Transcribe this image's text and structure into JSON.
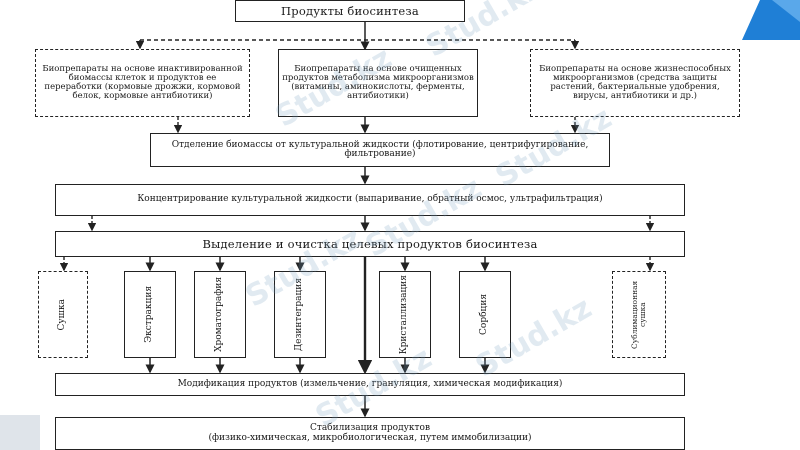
{
  "diagram": {
    "top_box": "Продукты биосинтеза",
    "source_left": "Биопрепараты на основе инактивированной биомассы клеток и продуктов ее переработки (кормовые дрожжи, кормовой белок, кормовые антибиотики)",
    "source_center": "Биопрепараты на основе очищенных продуктов метаболизма микроорганизмов (витамины, аминокислоты, ферменты, антибиотики)",
    "source_right": "Биопрепараты на основе жизнеспособных микроорганизмов (средства защиты растений, бактериальные удобрения, вирусы, антибиотики и др.)",
    "separation": "Отделение биомассы от культуральной жидкости (флотирование, центрифугирование, фильтрование)",
    "concentration": "Концентрирование культуральной жидкости (выпаривание, обратный осмос, ультрафильтрация)",
    "isolation": "Выделение и очистка целевых продуктов биосинтеза",
    "methods": [
      "Сушка",
      "Экстракция",
      "Хроматография",
      "Дезинтеграция",
      "Кристаллизация",
      "Сорбция",
      "Сублимационная сушка"
    ],
    "modification": "Модификация продуктов (измельчение, грануляция, химическая модификация)",
    "stabilization_title": "Стабилизация продуктов",
    "stabilization_detail": "(физико-химическая, микробиологическая, путем иммобилизации)"
  },
  "watermark": "Stud.kz",
  "colors": {
    "line": "#222222",
    "accent": "#1f7fd6",
    "corner_grey": "#dfe4ea"
  }
}
